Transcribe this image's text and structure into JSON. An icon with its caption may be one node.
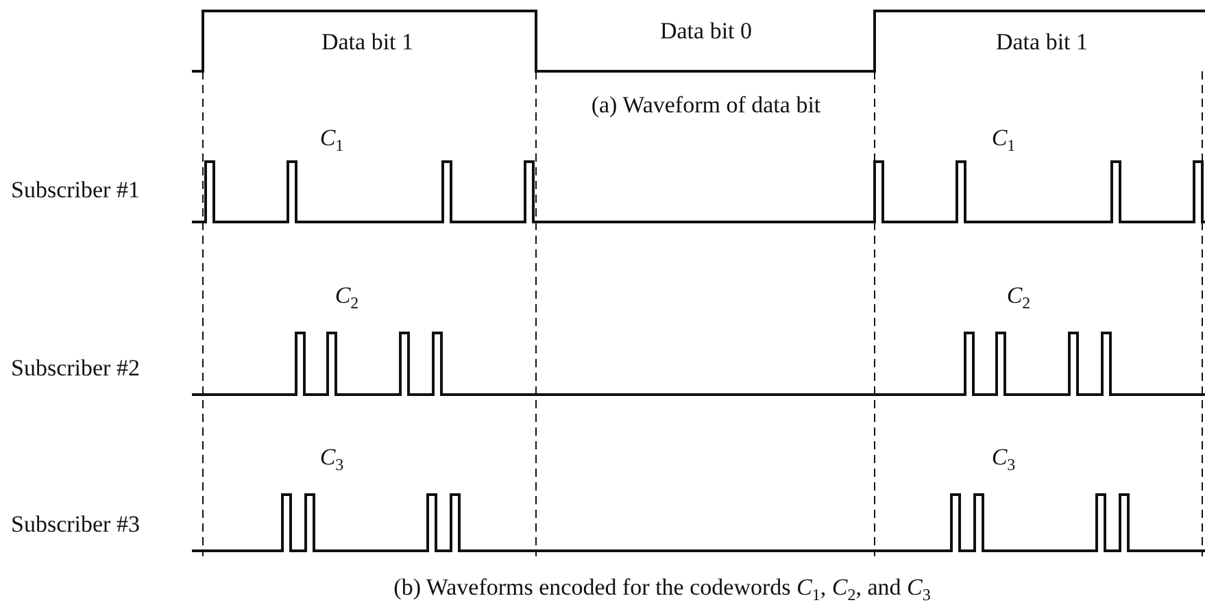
{
  "diagram": {
    "caption": "(b) Waveforms encoded for the codewords *C*$_{1}$, *C*$_{2}$, and *C*$_{3}$",
    "labels": [
      "Data bit 1",
      "Data bit 0",
      "Data bit 1",
      "(a) Waveform of data bit",
      "*C*$_{1}$",
      "*C*$_{1}$",
      "Subscriber #1",
      "*C*$_{2}$",
      "*C*$_{2}$",
      "Subscriber #2",
      "*C*$_{3}$",
      "*C*$_{3}$",
      "Subscriber #3"
    ]
  }
}
